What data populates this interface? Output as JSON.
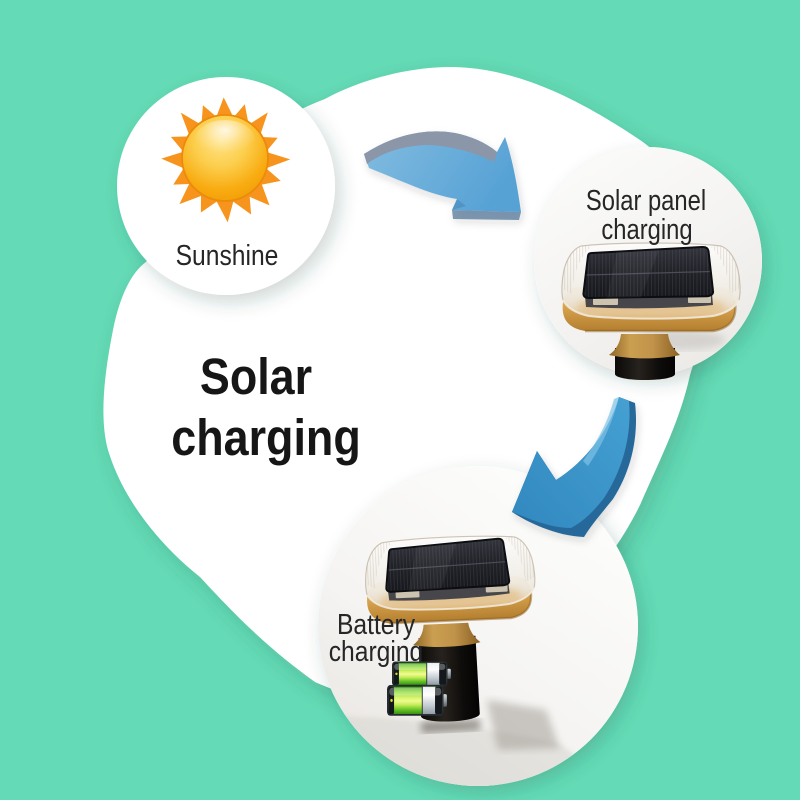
{
  "title": "Solar charging process infographic",
  "colors": {
    "background": "#64dbb6",
    "blob": "#ffffff",
    "circle": "#ffffff",
    "headline_text": "#161616",
    "label_text": "#262626",
    "arrow1_face": "#72b2dc",
    "arrow1_band": "#8b96a9",
    "arrow2_face": "#3a93c7",
    "arrow2_dark": "#26689a",
    "sun_ray": "#f6941d",
    "device_tan": "#d8a34d",
    "battery_green": "#8ee03a"
  },
  "headline": {
    "line1": "Solar",
    "line2": "charging"
  },
  "steps": [
    {
      "id": "sunshine",
      "label_line1": "Sunshine",
      "label_line2": ""
    },
    {
      "id": "solar-charging",
      "label_line1": "Solar panel",
      "label_line2": "charging"
    },
    {
      "id": "battery-charging",
      "label_line1": "Battery",
      "label_line2": "charging"
    }
  ]
}
